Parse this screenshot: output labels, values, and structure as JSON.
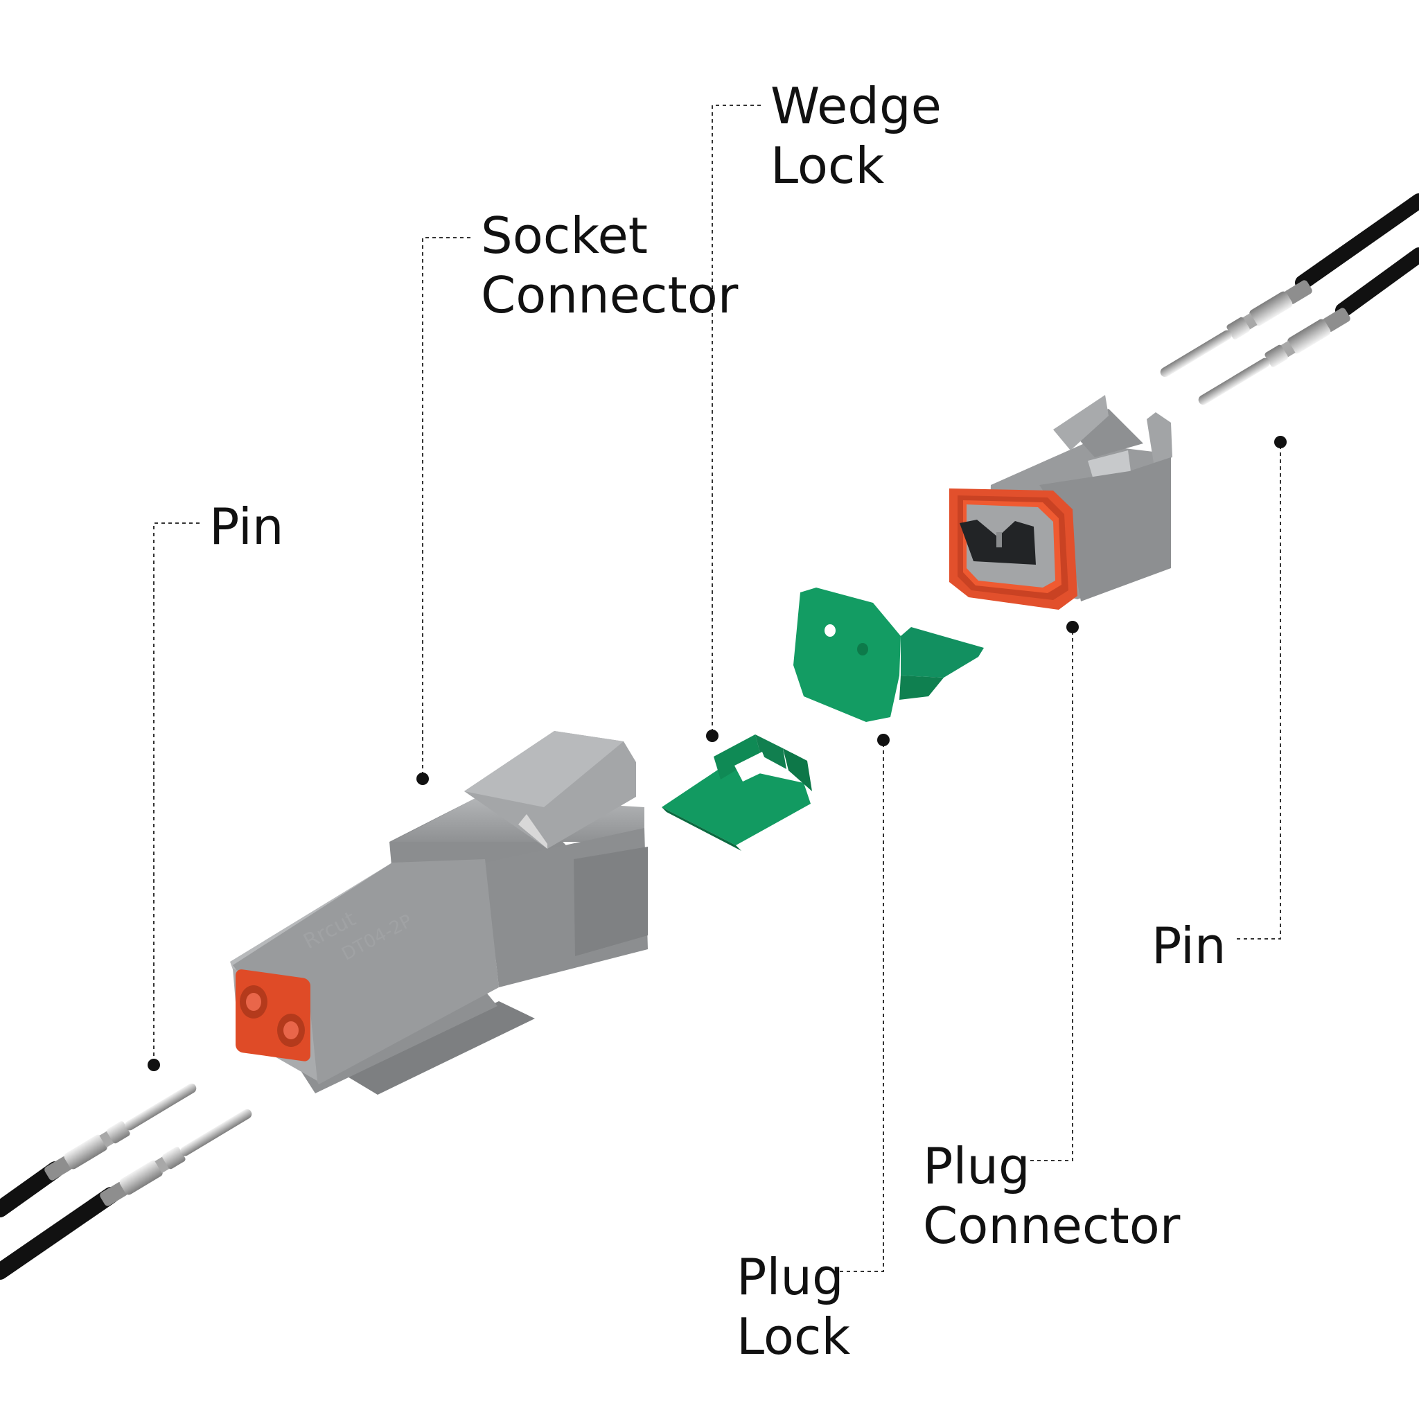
{
  "labels": {
    "wedge_lock": {
      "line1": "Wedge",
      "line2": "Lock"
    },
    "socket_connector": {
      "line1": "Socket",
      "line2": "Connector"
    },
    "pin_left": {
      "line1": "Pin"
    },
    "pin_right": {
      "line1": "Pin"
    },
    "plug_connector": {
      "line1": "Plug",
      "line2": "Connector"
    },
    "plug_lock": {
      "line1": "Plug",
      "line2": "Lock"
    }
  },
  "socket_marking": {
    "brand": "Rrcut",
    "part": "DT04-2P"
  },
  "colors": {
    "background": "#ffffff",
    "housing_gray": "#9a9c9e",
    "seal_orange": "#e2502c",
    "lock_green": "#13925d",
    "wire_black": "#111111",
    "leader_line": "#333333"
  }
}
